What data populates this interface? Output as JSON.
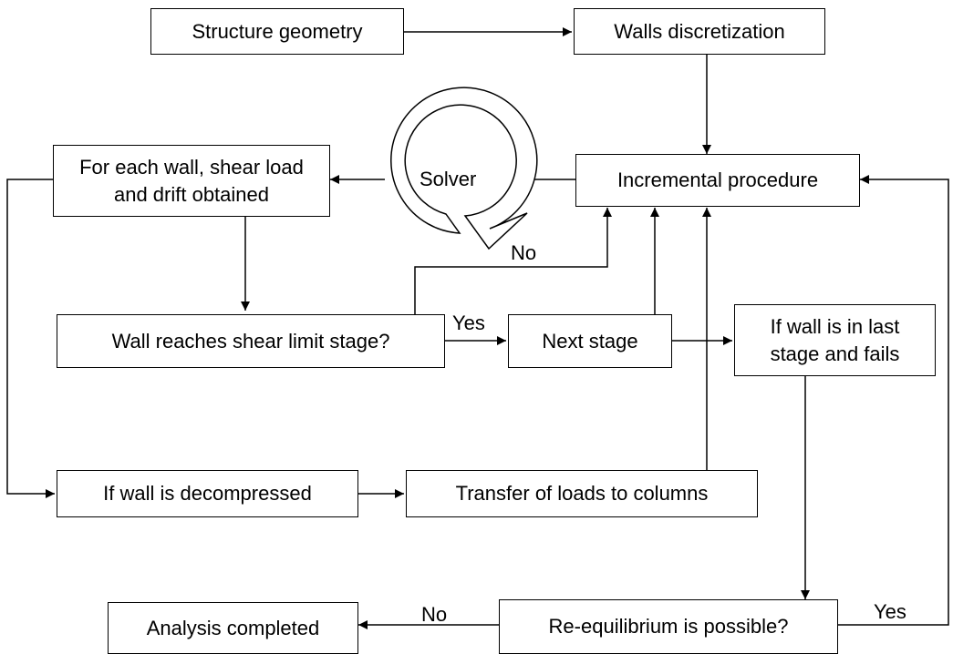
{
  "nodes": {
    "structure_geometry": "Structure geometry",
    "walls_discretization": "Walls discretization",
    "incremental_procedure": "Incremental procedure",
    "solver": "Solver",
    "for_each_wall": "For each wall, shear load and drift obtained",
    "wall_reaches_limit": "Wall reaches shear limit stage?",
    "next_stage": "Next stage",
    "last_stage_fails": "If wall is in last stage and fails",
    "wall_decompressed": "If wall is decompressed",
    "transfer_loads": "Transfer of loads to columns",
    "re_equilibrium": "Re-equilibrium is possible?",
    "analysis_completed": "Analysis completed"
  },
  "edge_labels": {
    "no_back_to_incremental": "No",
    "yes_next_stage": "Yes",
    "no_analysis_completed": "No",
    "yes_back_to_incremental": "Yes"
  },
  "colors": {
    "line": "#000000",
    "background": "#ffffff"
  }
}
